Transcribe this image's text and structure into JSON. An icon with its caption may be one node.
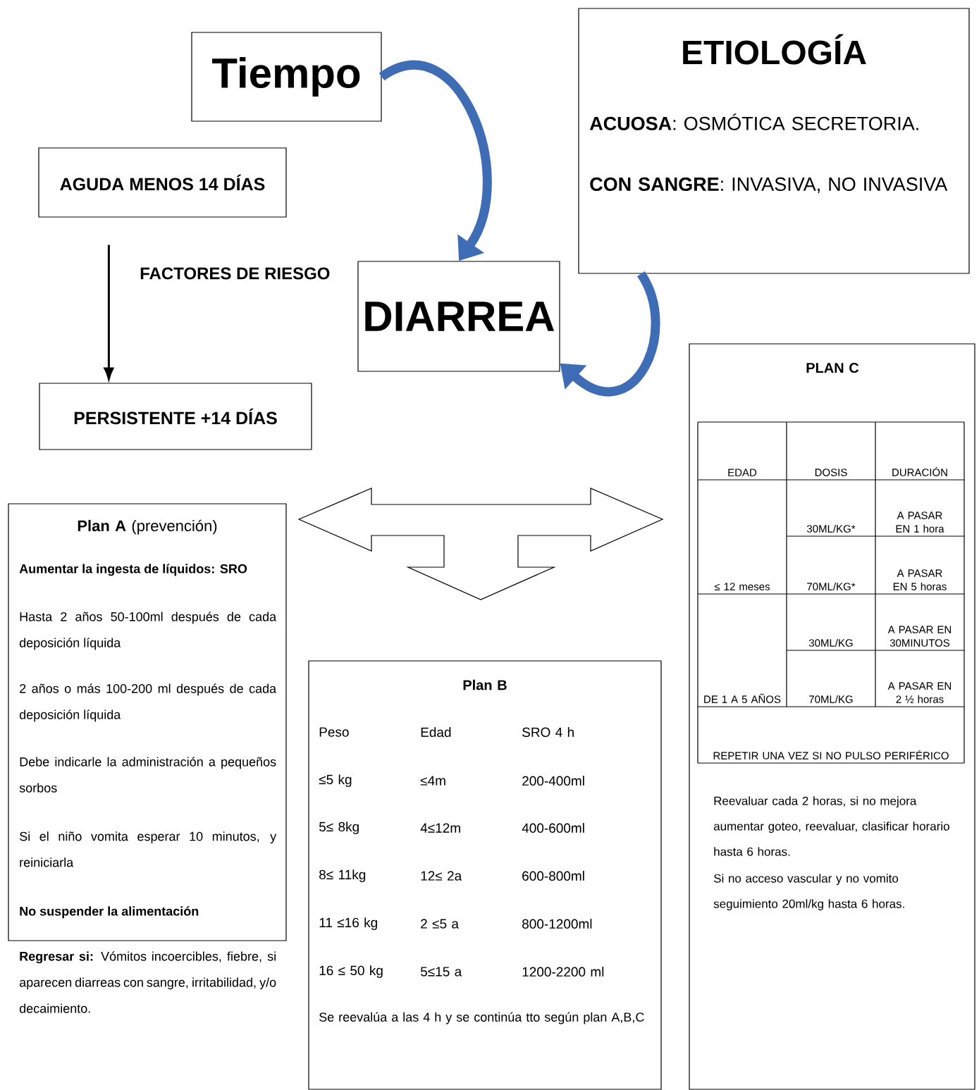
{
  "diagram": {
    "nodes": [
      {
        "text": [
          "Tiempo"
        ]
      },
      {
        "text": [
          "ETIOLOGÍA",
          "**ACUOSA**: OSMÓTICA SECRETORIA.",
          "**CON SANGRE**: INVASIVA, NO INVASIVA"
        ]
      },
      {
        "text": [
          "AGUDA MENOS 14 DÍAS"
        ]
      },
      {
        "text": [
          "DIARREA"
        ]
      },
      {
        "text": [
          "PERSISTENTE +14 DÍAS"
        ]
      },
      {
        "text": [
          "PLAN C",
          "EDAD",
          "DOSIS",
          "DURACIÓN",
          "≤ 12 meses",
          "30ML/KG*",
          "A PASAR EN 1 hora",
          "70ML/KG*",
          "A PASAR EN 5 horas",
          "DE 1 A 5 AÑOS",
          "30ML/KG",
          "A PASAR EN 30MINUTOS",
          "70ML/KG",
          "A PASAR EN 2 ½ horas",
          "REPETIR UNA VEZ SI NO PULSO PERIFÉRICO",
          "Reevaluar cada 2 horas, si no mejora aumentar goteo, reevaluar, clasificar horario hasta 6 horas.",
          "Si no acceso vascular y no vomito seguimiento 20ml/kg hasta 6 horas."
        ]
      },
      {
        "text": [
          "**Plan A** (prevención)",
          "Aumentar la ingesta de líquidos: SRO",
          "Hasta 2 años 50-100ml después de cada deposición líquida",
          "2 años o más 100-200 ml después de cada deposición líquida",
          "Debe indicarle la administración a pequeños sorbos",
          "Si el niño vomita esperar 10 minutos, y reiniciarla",
          "No suspender la alimentación"
        ],
        "beside": [
          "**Regresar si:** Vómitos incoercibles, fiebre, si aparecen diarreas con sangre, irritabilidad, y/o decaimiento."
        ]
      },
      {
        "text": [
          "Plan B",
          "Peso",
          "Edad",
          "SRO 4 h",
          "≤5 kg",
          "≤4m",
          "200-400ml",
          "5≤ 8kg",
          "4≤12m",
          "400-600ml",
          "8≤ 11kg",
          "12≤ 2a",
          "600-800ml",
          "11 ≤16 kg",
          "2 ≤5 a",
          "800-1200ml",
          "16 ≤ 50 kg",
          "5≤15 a",
          "1200-2200 ml",
          "Se reevalúa a las 4 h y se continúa tto según plan A,B,C"
        ]
      }
    ],
    "edges": [
      {
        "from": 0,
        "to": 3,
        "arrow": "to"
      },
      {
        "from": 1,
        "to": 3,
        "arrow": "to"
      },
      {
        "from": 2,
        "to": 4,
        "arrow": "to",
        "color": "#000000",
        "label": "FACTORES DE RIESGO"
      },
      {
        "from": 6,
        "to": 5,
        "arrow": "both"
      },
      {
        "from": 6,
        "to": 7,
        "arrow": "both"
      },
      {
        "from": 5,
        "to": 7,
        "arrow": "both"
      }
    ]
  }
}
